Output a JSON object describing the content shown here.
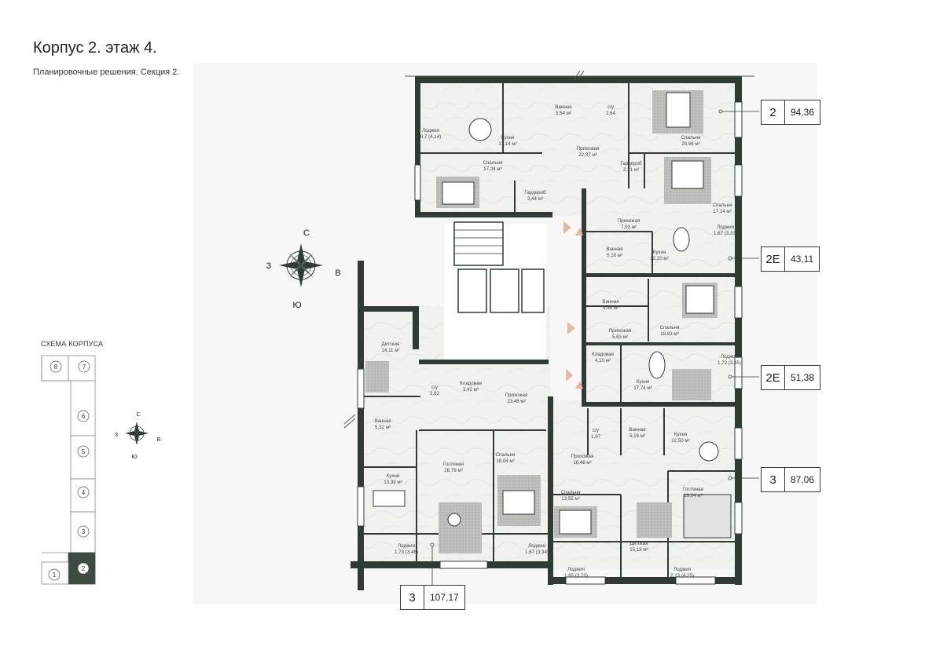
{
  "header": {
    "title": "Корпус 2. этаж 4.",
    "subtitle": "Планировочные решения. Секция 2."
  },
  "compass": {
    "north": "С",
    "south": "Ю",
    "west": "З",
    "east": "В"
  },
  "apartments": [
    {
      "type": "2",
      "area": "94,36"
    },
    {
      "type": "2Е",
      "area": "43,11"
    },
    {
      "type": "2Е",
      "area": "51,38"
    },
    {
      "type": "3",
      "area": "87,06"
    },
    {
      "type": "3",
      "area": "107,17"
    }
  ],
  "rooms": [
    {
      "name": "Лоджия",
      "area": "0,7 (4,14)"
    },
    {
      "name": "Кухня",
      "area": "17,14 м²"
    },
    {
      "name": "Ванная",
      "area": "5,54 м²"
    },
    {
      "name": "с/у",
      "area": "2,64"
    },
    {
      "name": "Прихожая",
      "area": "22,37 м²"
    },
    {
      "name": "Спальня",
      "area": "28,66 м²"
    },
    {
      "name": "Спальня",
      "area": "17,34 м²"
    },
    {
      "name": "Гардероб",
      "area": "3,44 м²"
    },
    {
      "name": "Гардероб",
      "area": "2,21 м²"
    },
    {
      "name": "Спальня",
      "area": "17,14 м²"
    },
    {
      "name": "Прихожая",
      "area": "7,93 м²"
    },
    {
      "name": "Ванная",
      "area": "5,18 м²"
    },
    {
      "name": "Кухня",
      "area": "12,20 м²"
    },
    {
      "name": "Лоджия",
      "area": "1,67 (3,33)"
    },
    {
      "name": "Ванная",
      "area": "4,46 м²"
    },
    {
      "name": "Прихожая",
      "area": "5,63 м²"
    },
    {
      "name": "Спальня",
      "area": "18,83 м²"
    },
    {
      "name": "Детская",
      "area": "14,11 м²"
    },
    {
      "name": "Кладовая",
      "area": "4,10 м²"
    },
    {
      "name": "Кухня",
      "area": "17,74 м²"
    },
    {
      "name": "Лоджия",
      "area": "1,72 (3,45)"
    },
    {
      "name": "с/у",
      "area": "2,82"
    },
    {
      "name": "Кладовая",
      "area": "3,42 м²"
    },
    {
      "name": "Прихожая",
      "area": "23,48 м²"
    },
    {
      "name": "Ванная",
      "area": "5,32 м²"
    },
    {
      "name": "с/у",
      "area": "1,97"
    },
    {
      "name": "Ванная",
      "area": "5,16 м²"
    },
    {
      "name": "Кухня",
      "area": "12,50 м²"
    },
    {
      "name": "Кухня",
      "area": "13,39 м²"
    },
    {
      "name": "Гостиная",
      "area": "26,79 м²"
    },
    {
      "name": "Спальня",
      "area": "18,04 м²"
    },
    {
      "name": "Прихожая",
      "area": "16,46 м²"
    },
    {
      "name": "Гостиная",
      "area": "19,04 м²"
    },
    {
      "name": "Спальня",
      "area": "13,55 м²"
    },
    {
      "name": "Лоджия",
      "area": "1,73 (3,46)"
    },
    {
      "name": "Лоджия",
      "area": "1,67 (3,34)"
    },
    {
      "name": "Детская",
      "area": "15,18 м²"
    },
    {
      "name": "Лоджия",
      "area": "1,85 (3,70)"
    },
    {
      "name": "Лоджия",
      "area": "2,13 (4,25)"
    }
  ],
  "scheme": {
    "title": "СХЕМА КОРПУСА",
    "sections": [
      "8",
      "7",
      "6",
      "5",
      "4",
      "3",
      "2",
      "1"
    ]
  },
  "colors": {
    "wall": "#2f3b34",
    "accent": "#3d4a42",
    "door_arrow": "#e4b99f"
  }
}
